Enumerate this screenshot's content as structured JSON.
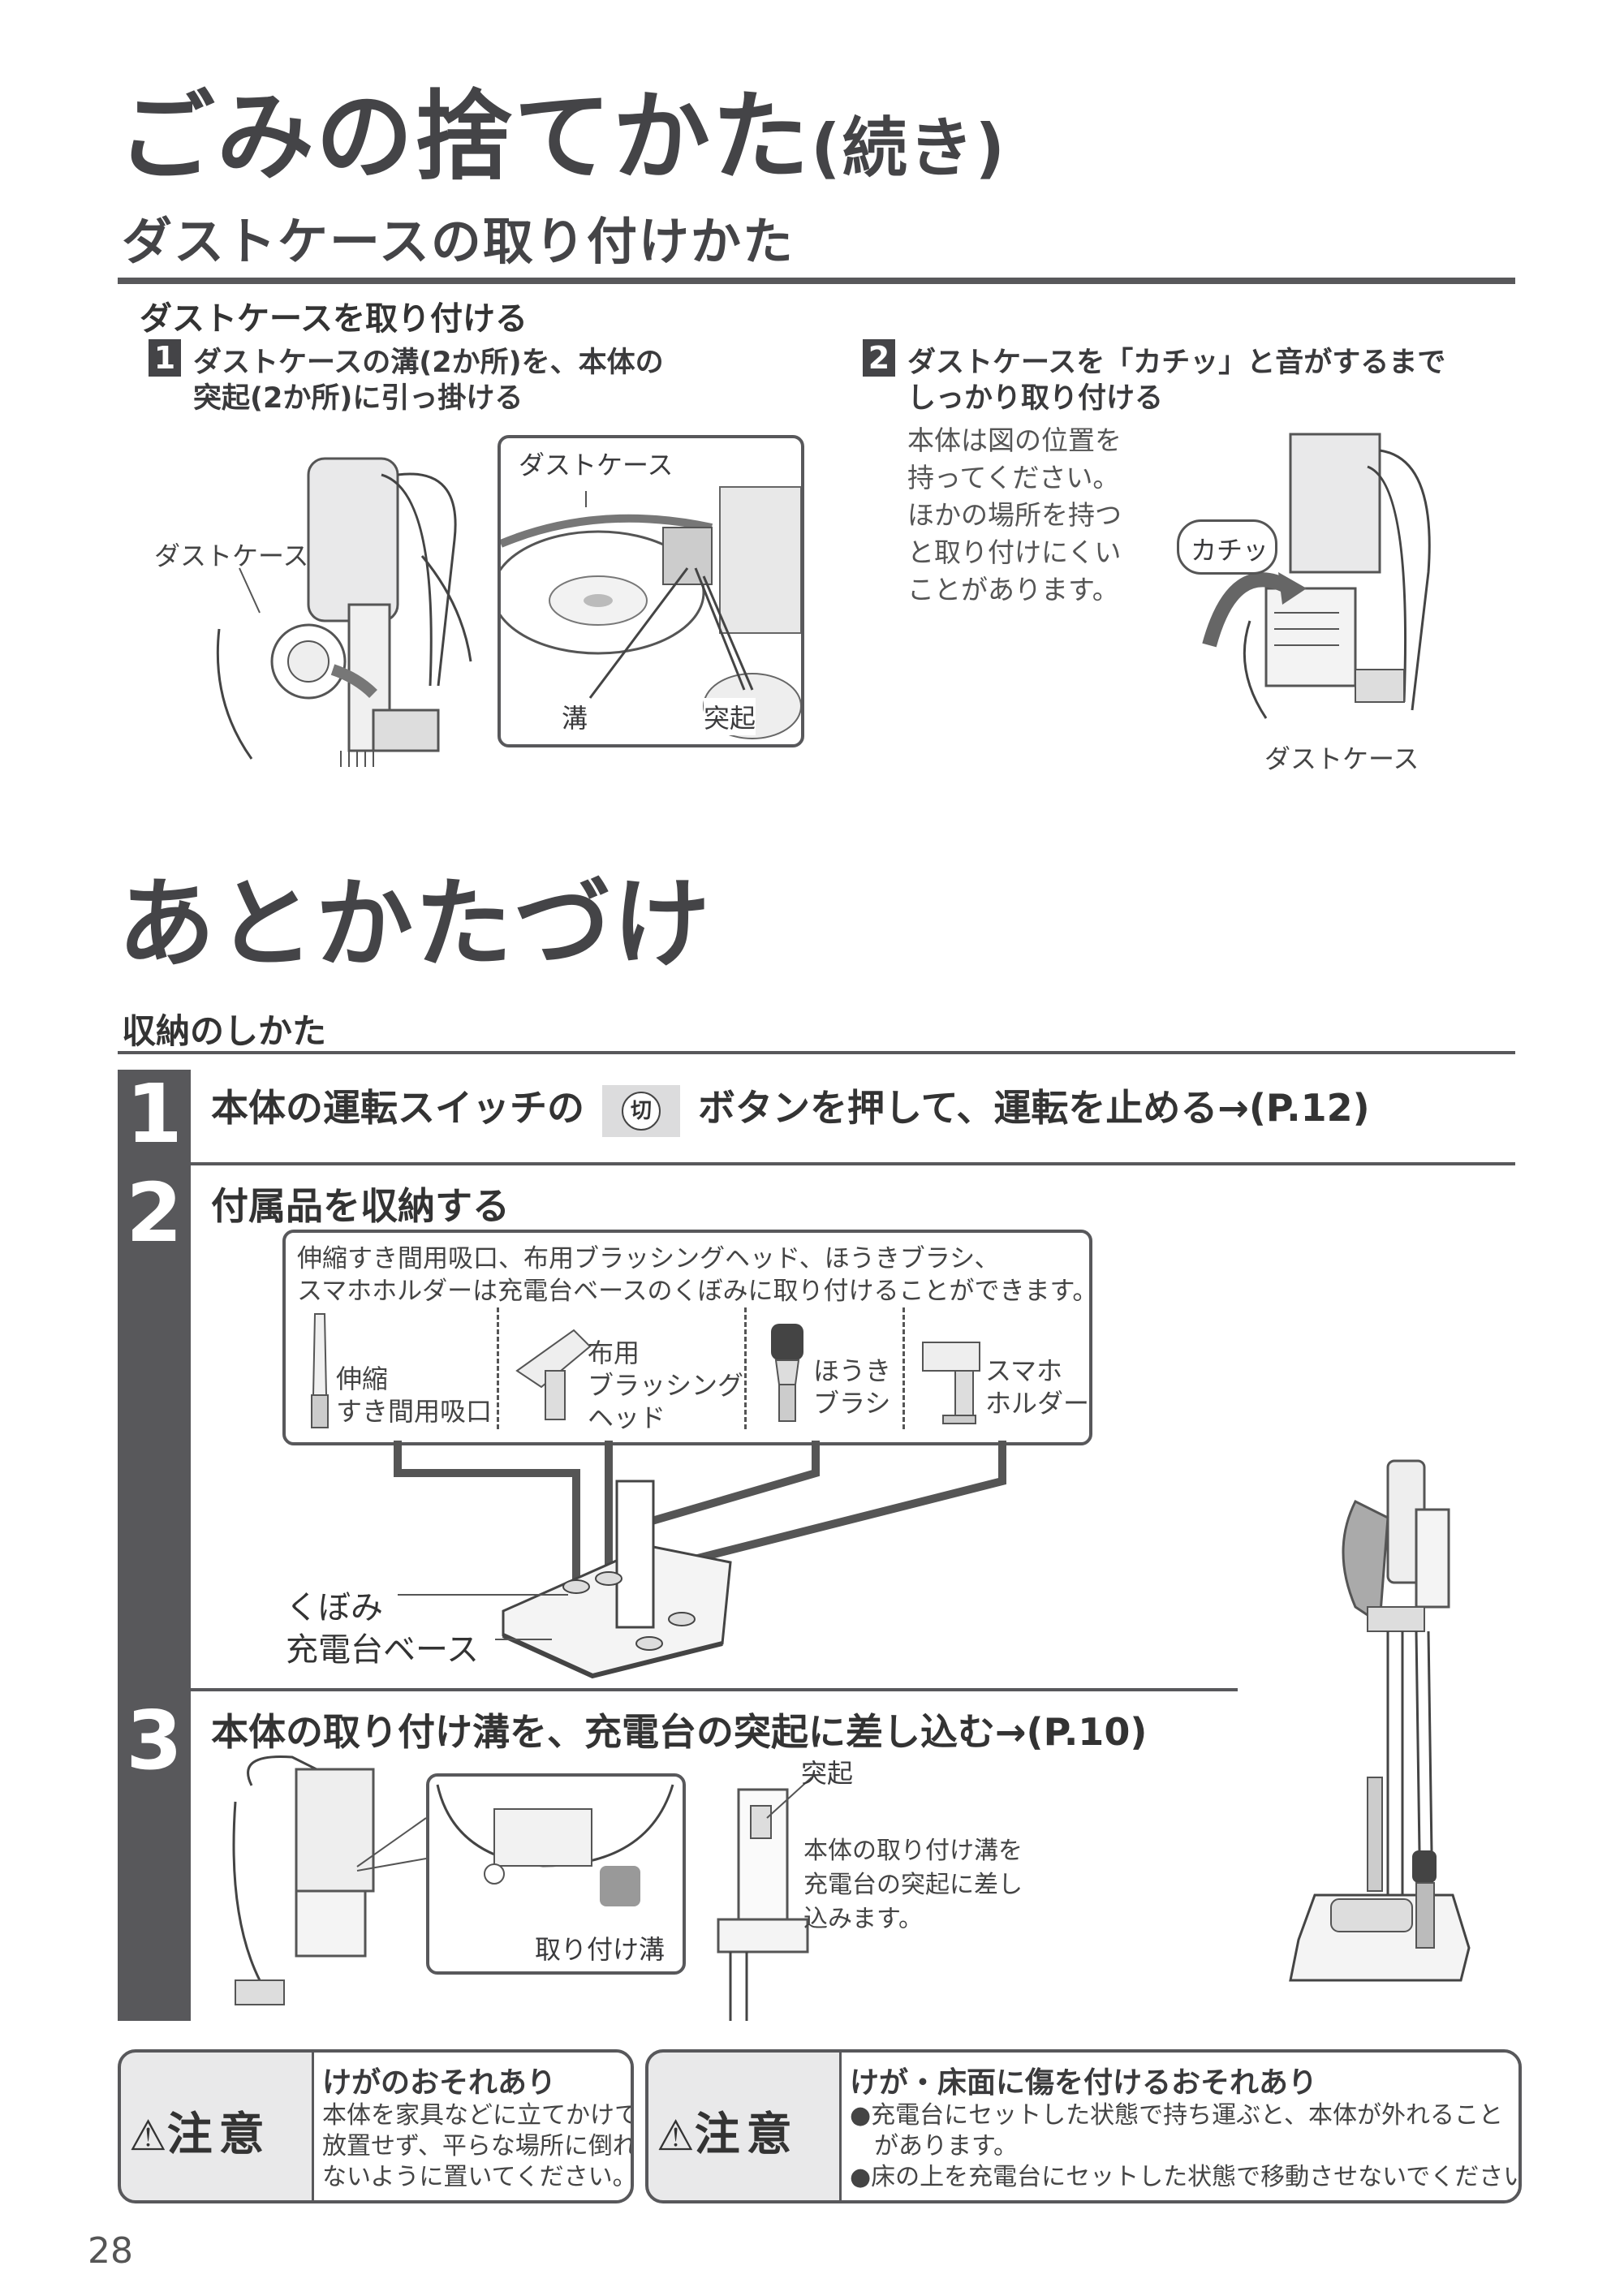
{
  "main_title": "ごみの捨てかた",
  "main_title_suffix": "(続き)",
  "section1": {
    "title": "ダストケースの取り付けかた",
    "subtitle": "ダストケースを取り付ける",
    "step1": {
      "num": "1",
      "line1": "ダストケースの溝(2か所)を、本体の",
      "line2": "突起(2か所)に引っ掛ける",
      "label_case_left": "ダストケース",
      "label_case_zoom": "ダストケース",
      "label_groove": "溝",
      "label_projection": "突起"
    },
    "step2": {
      "num": "2",
      "line1": "ダストケースを「カチッ」と音がするまで",
      "line2": "しっかり取り付ける",
      "note_lines": [
        "本体は図の位置を",
        "持ってください。",
        "ほかの場所を持つ",
        "と取り付けにくい",
        "ことがあります。"
      ],
      "bubble": "カチッ",
      "label_case": "ダストケース"
    }
  },
  "section2": {
    "title": "あとかたづけ",
    "subtitle": "収納のしかた",
    "step1": {
      "num": "1",
      "text_before": "本体の運転スイッチの",
      "button_label": "切",
      "text_after": "ボタンを押して、運転を止める→(P.12)"
    },
    "step2": {
      "num": "2",
      "text": "付属品を収納する",
      "box_line1": "伸縮すき間用吸口、布用ブラッシングヘッド、ほうきブラシ、",
      "box_line2": "スマホホルダーは充電台ベースのくぼみに取り付けることができます。",
      "items": [
        {
          "lines": [
            "伸縮",
            "すき間用吸口"
          ]
        },
        {
          "lines": [
            "布用",
            "ブラッシング",
            "ヘッド"
          ]
        },
        {
          "lines": [
            "ほうき",
            "ブラシ"
          ]
        },
        {
          "lines": [
            "スマホ",
            "ホルダー"
          ]
        }
      ],
      "label_recess": "くぼみ",
      "label_base": "充電台ベース"
    },
    "step3": {
      "num": "3",
      "text": "本体の取り付け溝を、充電台の突起に差し込む→(P.10)",
      "label_groove": "取り付け溝",
      "label_projection": "突起",
      "note_lines": [
        "本体の取り付け溝を",
        "充電台の突起に差し",
        "込みます。"
      ]
    }
  },
  "cautions": [
    {
      "badge": "注意",
      "heading": "けがのおそれあり",
      "lines": [
        "本体を家具などに立てかけて",
        "放置せず、平らな場所に倒れ",
        "ないように置いてください。"
      ]
    },
    {
      "badge": "注意",
      "heading": "けが・床面に傷を付けるおそれあり",
      "lines": [
        "●充電台にセットした状態で持ち運ぶと、本体が外れること",
        "　があります。",
        "●床の上を充電台にセットした状態で移動させないでください。"
      ]
    }
  ],
  "page_number": "28"
}
